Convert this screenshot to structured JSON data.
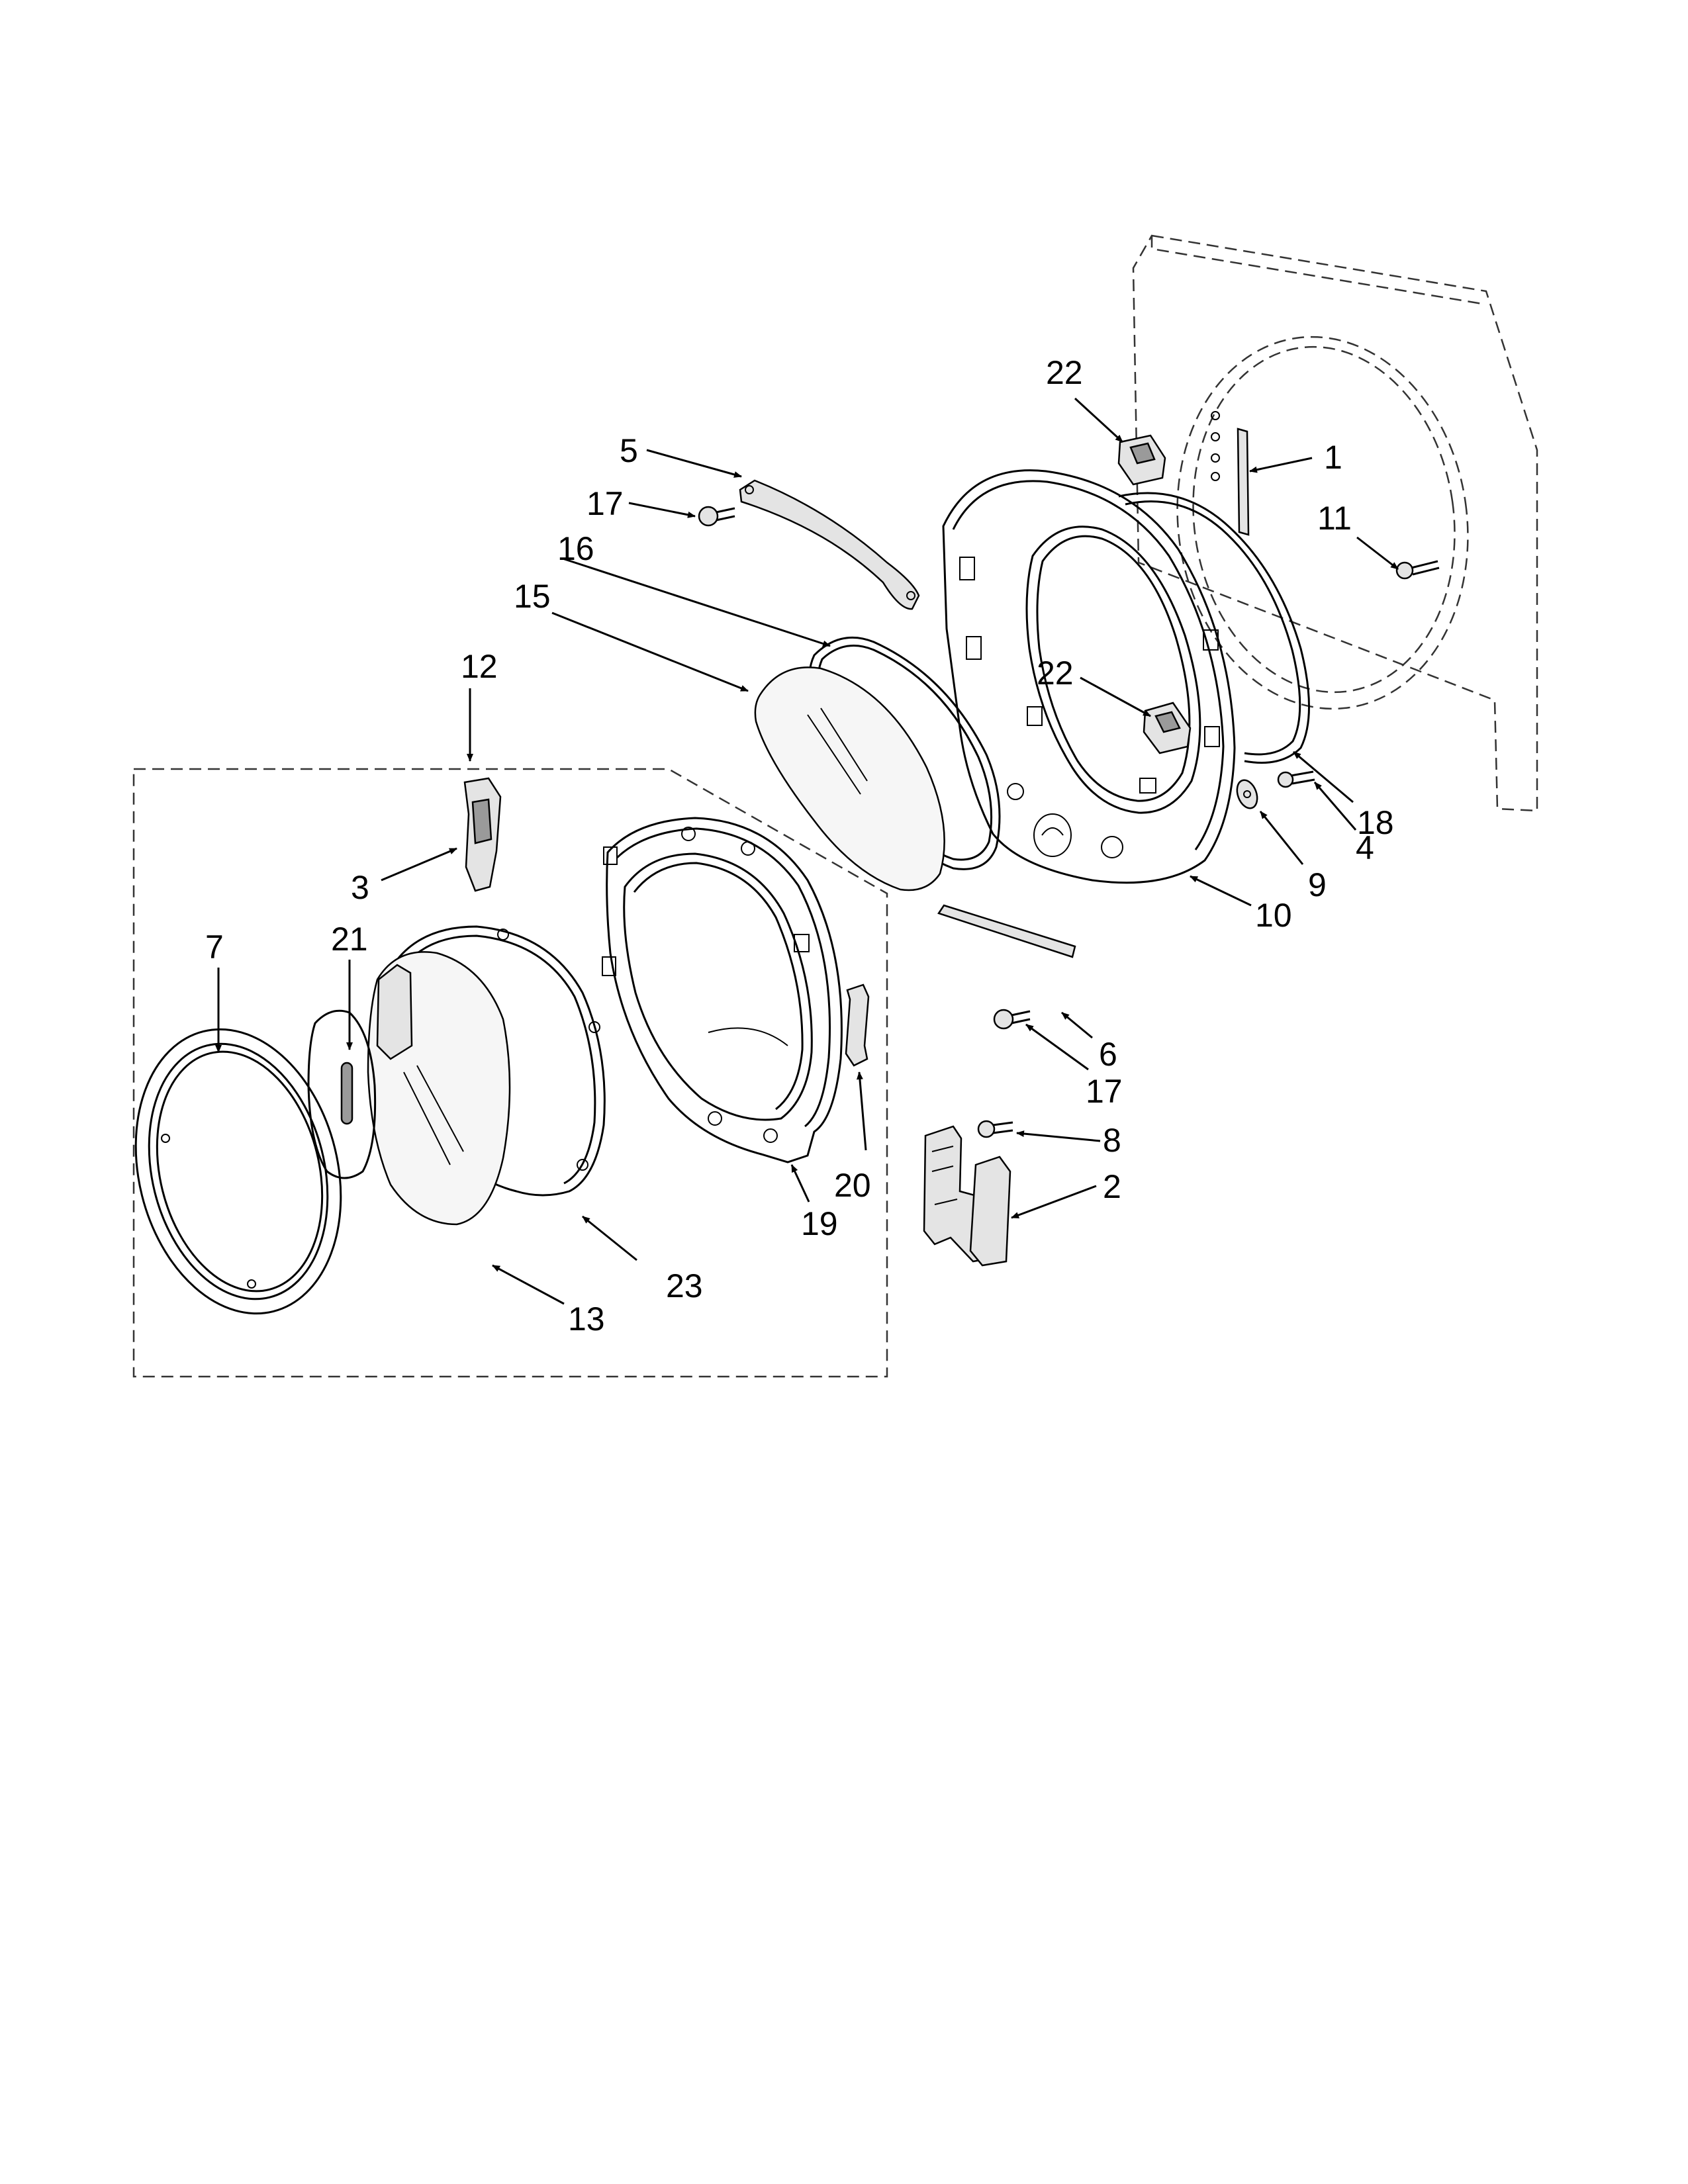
{
  "diagram": {
    "callouts": {
      "c1": "1",
      "c2": "2",
      "c3": "3",
      "c4": "4",
      "c5": "5",
      "c6": "6",
      "c7": "7",
      "c8": "8",
      "c9": "9",
      "c10": "10",
      "c11": "11",
      "c12": "12",
      "c13": "13",
      "c15": "15",
      "c16": "16",
      "c17a": "17",
      "c17b": "17",
      "c18": "18",
      "c19": "19",
      "c20": "20",
      "c21": "21",
      "c22a": "22",
      "c22b": "22",
      "c23": "23"
    }
  }
}
